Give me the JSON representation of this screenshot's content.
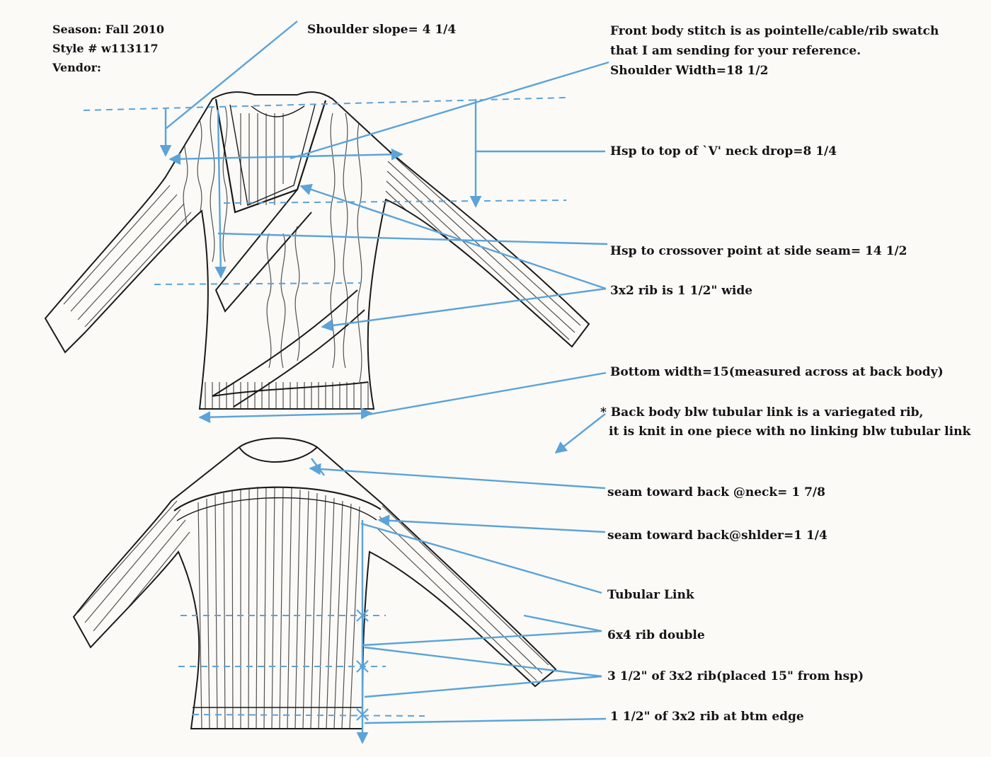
{
  "header": {
    "season": "Season: Fall 2010",
    "style": "Style # w113117",
    "vendor": "Vendor:"
  },
  "labels": {
    "shoulder_slope": "Shoulder slope= 4 1/4",
    "front_stitch_line1": "Front body stitch is as pointelle/cable/rib swatch",
    "front_stitch_line2": "that I am sending for your reference.",
    "shoulder_width": "Shoulder Width=18 1/2",
    "hsp_v_neck": "Hsp to top of `V' neck drop=8 1/4",
    "hsp_crossover": "Hsp to crossover point at side seam= 14 1/2",
    "rib_wide": "3x2 rib is 1 1/2\" wide",
    "bottom_width": "Bottom width=15(measured across at back body)",
    "back_note_line1": "* Back body blw tubular link is a variegated rib,",
    "back_note_line2": "it is knit in one piece with no linking blw tubular link",
    "seam_neck": "seam toward back @neck= 1 7/8",
    "seam_shoulder": "seam toward back@shlder=1 1/4",
    "tubular_link": "Tubular Link",
    "rib_double": "6x4 rib double",
    "rib_placed": "3 1/2\" of 3x2 rib(placed 15\" from hsp)",
    "rib_btm_edge": "1 1/2\" of 3x2 rib at btm edge"
  },
  "colors": {
    "annotation_blue": "#5ba3d9",
    "sketch_ink": "#1a1a1a",
    "paper": "#fbfaf7"
  }
}
